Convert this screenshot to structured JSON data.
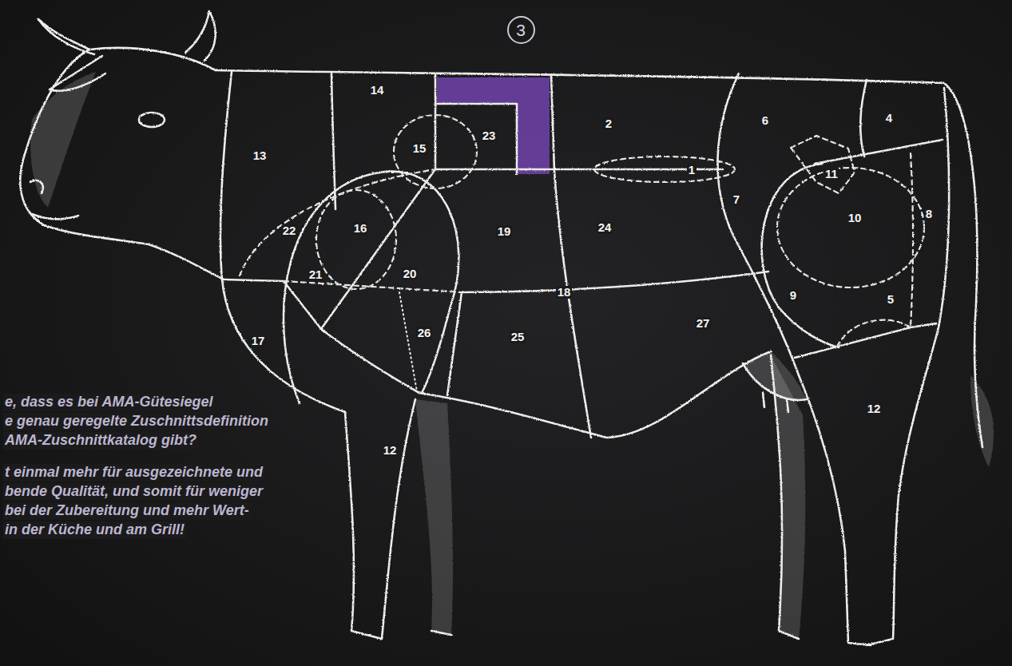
{
  "diagram": {
    "nodes": [
      {
        "text": [
          "3"
        ]
      }
    ],
    "labels": [
      "14",
      "23",
      "15",
      "2",
      "6",
      "4",
      "13",
      "1",
      "11",
      "7",
      "8",
      "10",
      "22",
      "16",
      "19",
      "24",
      "21",
      "20",
      "18",
      "9",
      "5",
      "27",
      "17",
      "26",
      "25",
      "12",
      "e, dass es bei AMA-Gütesiegel",
      "e genau geregelte Zuschnittsdefinition",
      "AMA-Zuschnittkatalog gibt?",
      "12",
      "t einmal mehr für ausgezeichnete und",
      "bende  Qualität, und somit für weniger",
      "bei der Zubereitung und mehr Wert-",
      "in der Küche und am Grill!"
    ]
  }
}
